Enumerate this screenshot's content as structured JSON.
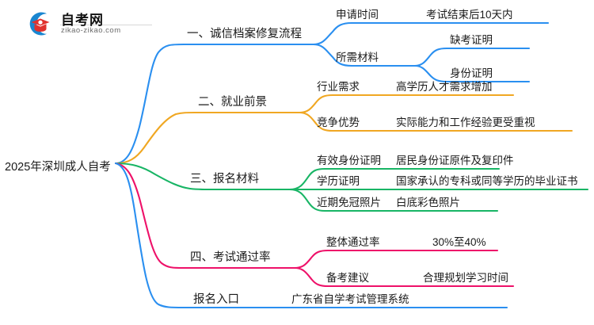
{
  "logo": {
    "name": "自考网",
    "domain": "zikao-zikao.com",
    "mark_icon": "graduation-cap-swoosh-icon",
    "colors": {
      "swoosh": "#1a86d0",
      "cap": "#e0322e"
    }
  },
  "mindmap": {
    "root": {
      "label": "2025年深圳成人自考"
    },
    "colors": {
      "branch1": "#2a8ff0",
      "branch2": "#f0a722",
      "branch3": "#18b565",
      "branch4": "#ee1169",
      "branch5": "#2a8ff0"
    },
    "branches": [
      {
        "label": "一、诚信档案修复流程",
        "color": "#2a8ff0",
        "children": [
          {
            "label": "申请时间",
            "children": [
              {
                "label": "考试结束后10天内"
              }
            ]
          },
          {
            "label": "所需材料",
            "children": [
              {
                "label": "缺考证明"
              },
              {
                "label": "身份证明"
              }
            ]
          }
        ]
      },
      {
        "label": "二、就业前景",
        "color": "#f0a722",
        "children": [
          {
            "label": "行业需求",
            "children": [
              {
                "label": "高学历人才需求增加"
              }
            ]
          },
          {
            "label": "竞争优势",
            "children": [
              {
                "label": "实际能力和工作经验更受重视"
              }
            ]
          }
        ]
      },
      {
        "label": "三、报名材料",
        "color": "#18b565",
        "children": [
          {
            "label": "有效身份证明",
            "children": [
              {
                "label": "居民身份证原件及复印件"
              }
            ]
          },
          {
            "label": "学历证明",
            "children": [
              {
                "label": "国家承认的专科或同等学历的毕业证书"
              }
            ]
          },
          {
            "label": "近期免冠照片",
            "children": [
              {
                "label": "白底彩色照片"
              }
            ]
          }
        ]
      },
      {
        "label": "四、考试通过率",
        "color": "#ee1169",
        "children": [
          {
            "label": "整体通过率",
            "children": [
              {
                "label": "30%至40%"
              }
            ]
          },
          {
            "label": "备考建议",
            "children": [
              {
                "label": "合理规划学习时间"
              }
            ]
          }
        ]
      },
      {
        "label": "报名入口",
        "color": "#2a8ff0",
        "children": [
          {
            "label": "广东省自学考试管理系统",
            "children": []
          }
        ]
      }
    ]
  }
}
